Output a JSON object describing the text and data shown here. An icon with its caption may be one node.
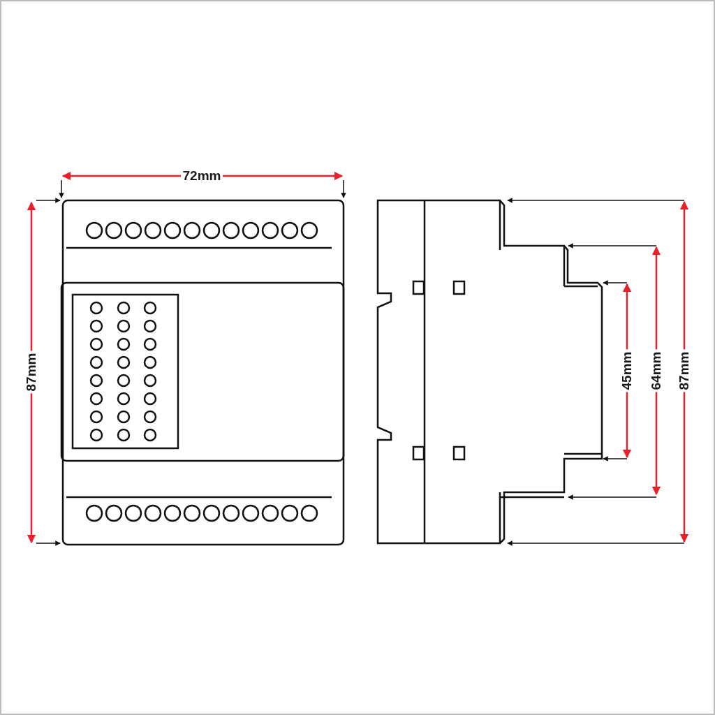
{
  "diagram": {
    "labels": [
      "72mm",
      "87mm",
      "45mm",
      "64mm",
      "87mm"
    ]
  }
}
